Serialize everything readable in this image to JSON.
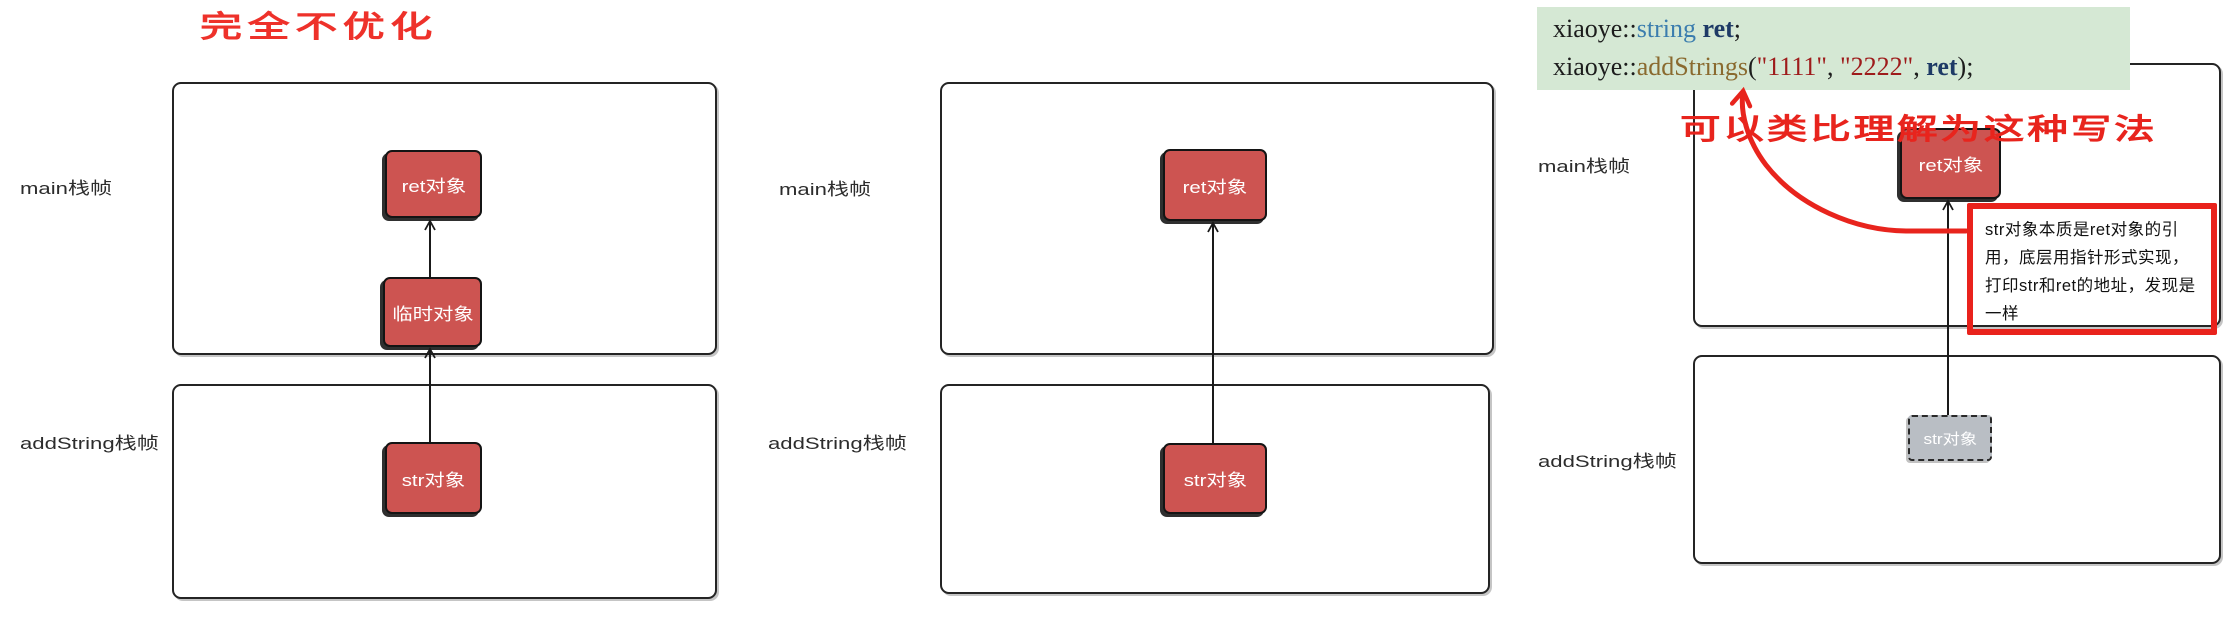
{
  "title": "完全不优化",
  "panels": {
    "left": {
      "main_label": "main栈帧",
      "add_label": "addString栈帧",
      "boxes": {
        "ret": "ret对象",
        "temp": "临时对象",
        "str": "str对象"
      }
    },
    "middle": {
      "main_label": "main栈帧",
      "add_label": "addString栈帧",
      "boxes": {
        "ret": "ret对象",
        "str": "str对象"
      }
    },
    "right": {
      "main_label": "main栈帧",
      "add_label": "addString栈帧",
      "boxes": {
        "ret": "ret对象",
        "str": "str对象"
      },
      "note": "可以类比理解为这种写法",
      "annotation": "str对象本质是ret对象的引用，底层用指针形式实现，打印str和ret的地址，发现是一样",
      "code": {
        "lines": [
          [
            {
              "t": "xiaoye::",
              "c": "plain"
            },
            {
              "t": "string",
              "c": "type"
            },
            {
              "t": " ",
              "c": "plain"
            },
            {
              "t": "ret",
              "c": "var",
              "b": true
            },
            {
              "t": ";",
              "c": "plain"
            }
          ],
          [
            {
              "t": "xiaoye::",
              "c": "plain"
            },
            {
              "t": "addStrings",
              "c": "func"
            },
            {
              "t": "(",
              "c": "plain"
            },
            {
              "t": "\"1111\"",
              "c": "str"
            },
            {
              "t": ", ",
              "c": "plain"
            },
            {
              "t": "\"2222\"",
              "c": "str"
            },
            {
              "t": ", ",
              "c": "plain"
            },
            {
              "t": "ret",
              "c": "var",
              "b": true
            },
            {
              "t": ");",
              "c": "plain"
            }
          ]
        ]
      }
    }
  },
  "colors": {
    "box_red": "#cd5451",
    "green_bg": "#d5e8d4",
    "gray_box": "#b9bec4",
    "mark_red": "#e8241d",
    "title_red": "#ee312a",
    "code": {
      "plain": "#1c1c1c",
      "type": "#3b7dae",
      "var": "#1e3a66",
      "func": "#8a6a2f",
      "str": "#9e1b1b"
    }
  }
}
